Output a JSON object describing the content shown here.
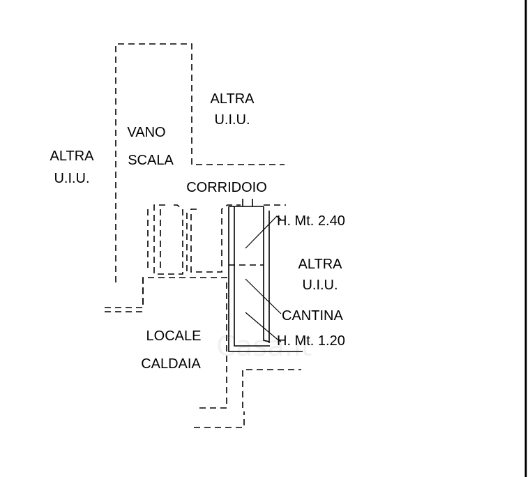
{
  "plan": {
    "labels": {
      "altra_uiu_left": [
        "ALTRA",
        "U.I.U."
      ],
      "altra_uiu_top": [
        "ALTRA",
        "U.I.U."
      ],
      "altra_uiu_right": [
        "ALTRA",
        "U.I.U."
      ],
      "vano_scala": [
        "VANO",
        "SCALA"
      ],
      "corridoio": "CORRIDOIO",
      "locale_caldaia": [
        "LOCALE",
        "CALDAIA"
      ],
      "cantina": "CANTINA",
      "height_upper": "H. Mt. 2.40",
      "height_lower": "H. Mt. 1.20"
    }
  }
}
